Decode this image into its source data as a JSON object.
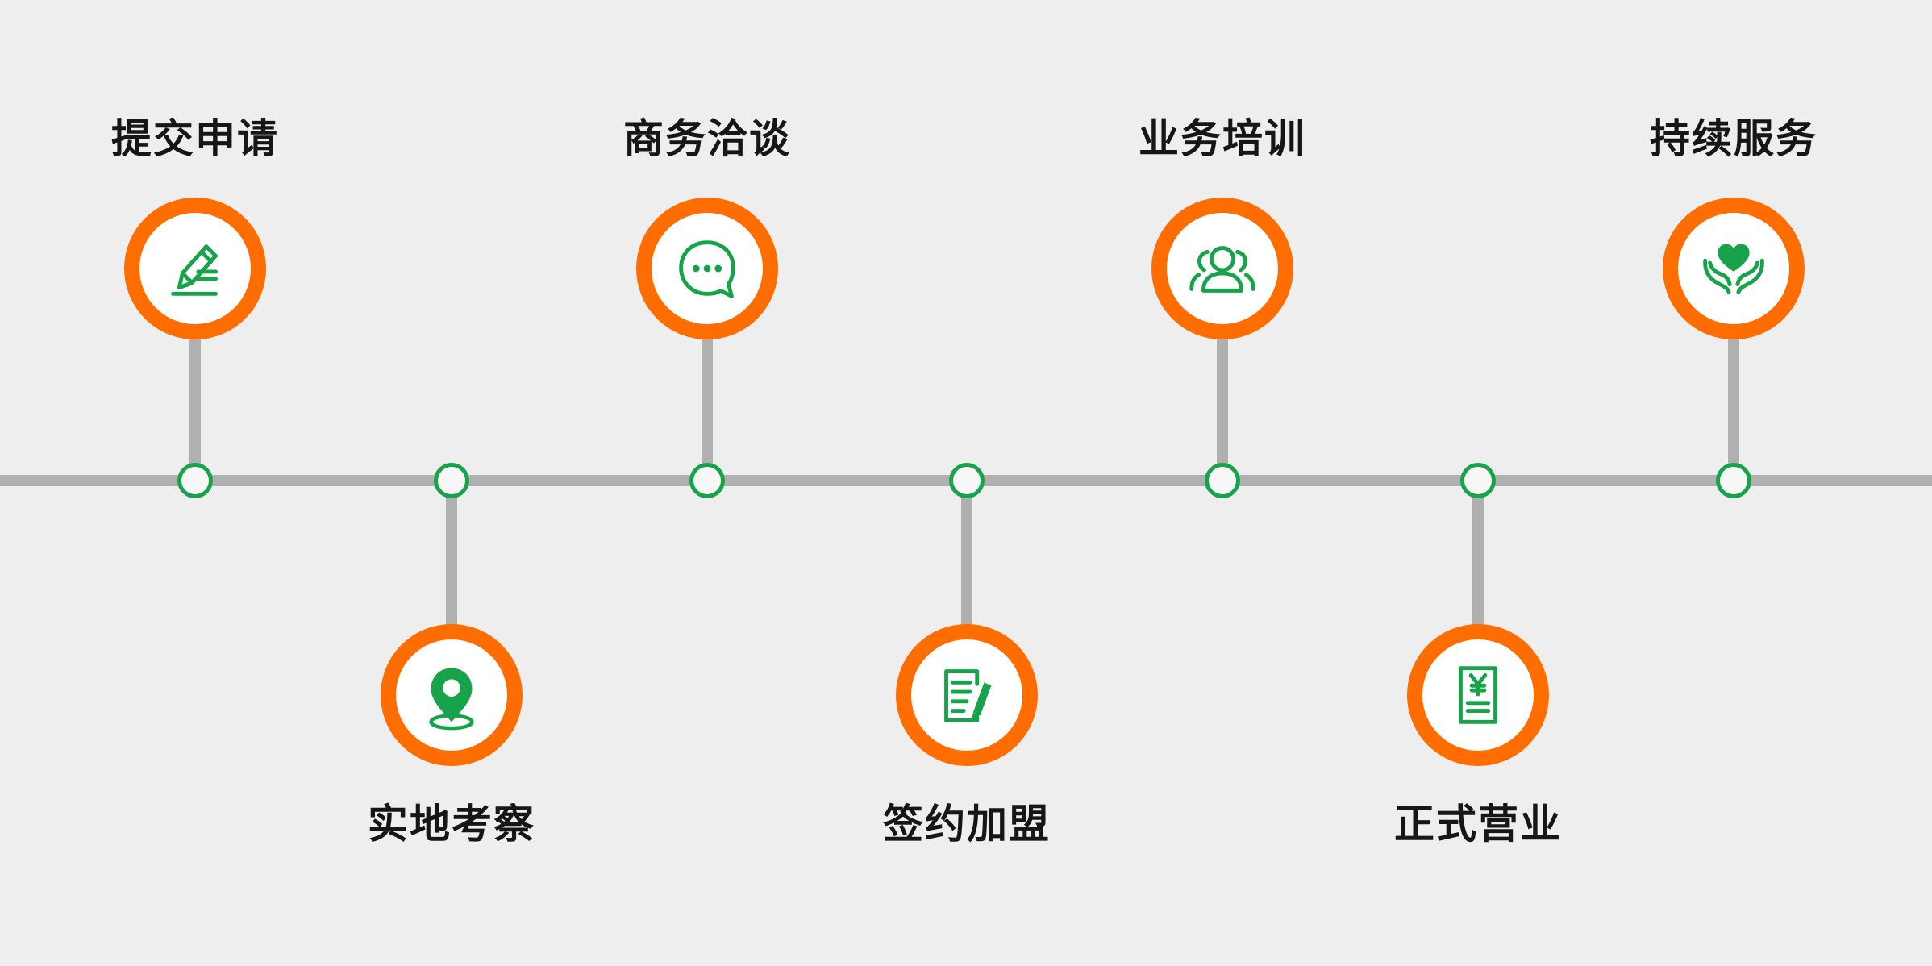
{
  "colors": {
    "background": "#efeeee",
    "line": "#b1b0b0",
    "badge_ring": "#ff6d00",
    "icon_green": "#16a34a",
    "label_text": "#161616"
  },
  "steps": [
    {
      "label": "提交申请",
      "icon": "pen-icon"
    },
    {
      "label": "实地考察",
      "icon": "map-pin-icon"
    },
    {
      "label": "商务洽谈",
      "icon": "chat-bubble-icon"
    },
    {
      "label": "签约加盟",
      "icon": "contract-signing-icon"
    },
    {
      "label": "业务培训",
      "icon": "group-people-icon"
    },
    {
      "label": "正式营业",
      "icon": "yuan-receipt-icon"
    },
    {
      "label": "持续服务",
      "icon": "heart-hands-icon"
    }
  ]
}
